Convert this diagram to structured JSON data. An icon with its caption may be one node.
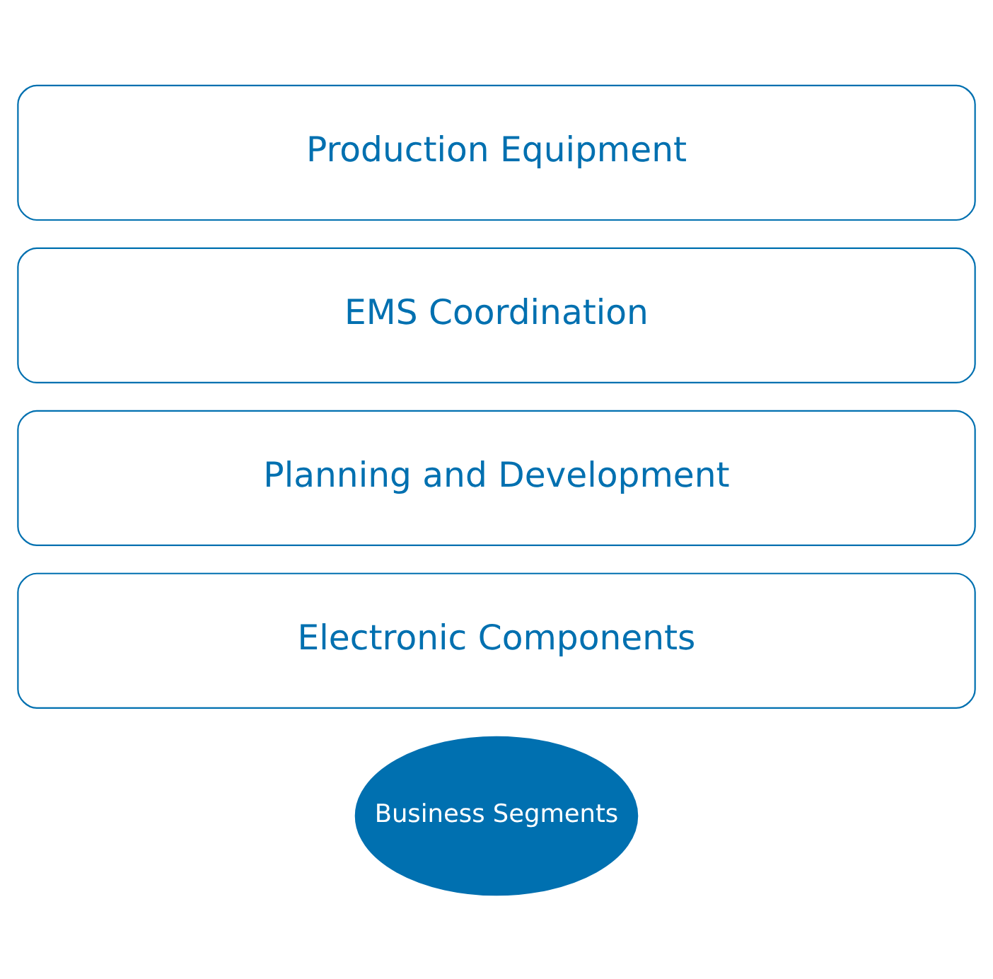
{
  "diagram": {
    "nodes": [
      {
        "text": [
          "Business Segments"
        ]
      },
      {
        "text": [
          "Electronic Components"
        ]
      },
      {
        "text": [
          "Planning and Development"
        ]
      },
      {
        "text": [
          "EMS Coordination"
        ]
      },
      {
        "text": [
          "Production Equipment"
        ]
      }
    ]
  }
}
